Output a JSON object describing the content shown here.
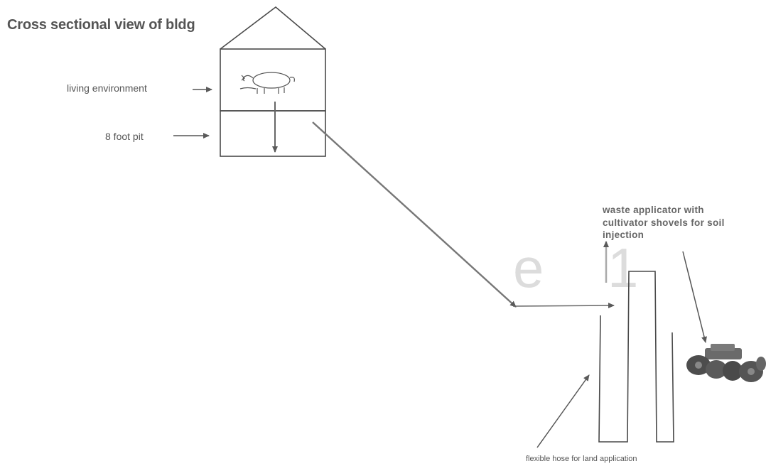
{
  "title": "Cross sectional view of bldg",
  "labels": {
    "living_environment": "living environment",
    "pit": "8 foot pit",
    "applicator": "waste applicator with cultivator shovels for soil injection",
    "hose": "flexible hose for land application"
  },
  "watermark_text": "e 1",
  "icons": {
    "pig": "pig-icon",
    "tractor": "tractor-icon"
  },
  "colors": {
    "line": "#4a4a4a",
    "arrow": "#666666",
    "tractor": "#555555"
  }
}
